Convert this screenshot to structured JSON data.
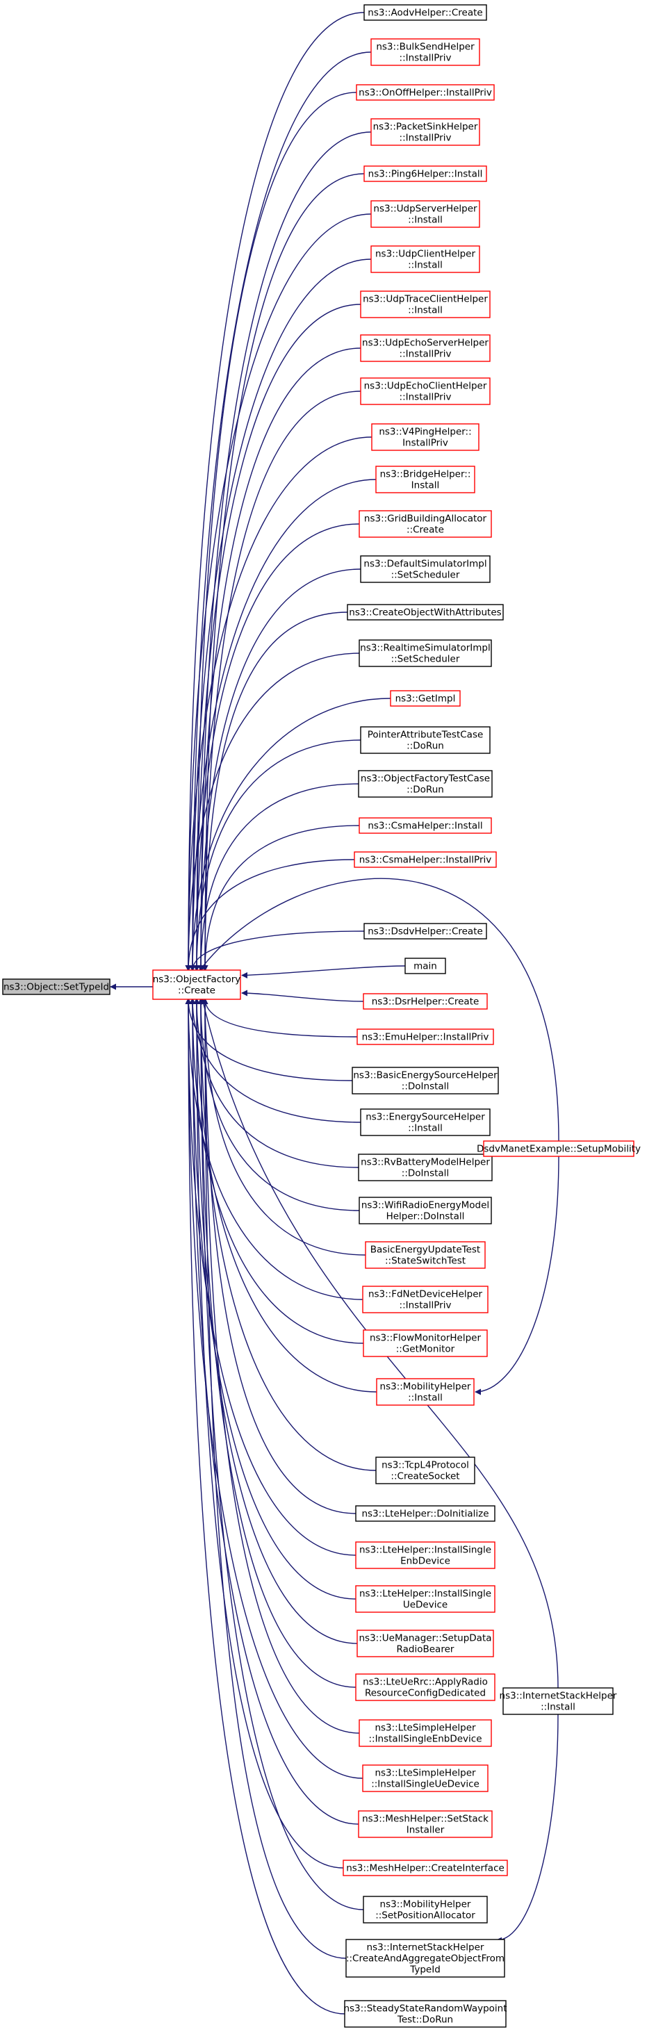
{
  "colors": {
    "edge": "#191970",
    "focus_fill": "#bfbfbf",
    "focus_border": "#000000",
    "black_border": "#000000",
    "red_border": "#ff0000",
    "node_fill": "#ffffff",
    "text": "#000000"
  },
  "diagram": {
    "focus": {
      "id": "settypeid",
      "lines": [
        "ns3::Object::SetTypeId"
      ]
    },
    "center": {
      "id": "objectfactory-create",
      "lines": [
        "ns3::ObjectFactory",
        "::Create"
      ],
      "border": "red"
    },
    "callers": [
      {
        "id": "aodvhelper-create",
        "lines": [
          "ns3::AodvHelper::Create"
        ],
        "border": "black"
      },
      {
        "id": "bulksendhelper-installpriv",
        "lines": [
          "ns3::BulkSendHelper",
          "::InstallPriv"
        ],
        "border": "red"
      },
      {
        "id": "onoffhelper-installpriv",
        "lines": [
          "ns3::OnOffHelper::InstallPriv"
        ],
        "border": "red"
      },
      {
        "id": "packetsinkhelper-installpriv",
        "lines": [
          "ns3::PacketSinkHelper",
          "::InstallPriv"
        ],
        "border": "red"
      },
      {
        "id": "ping6helper-install",
        "lines": [
          "ns3::Ping6Helper::Install"
        ],
        "border": "red"
      },
      {
        "id": "udpserverhelper-install",
        "lines": [
          "ns3::UdpServerHelper",
          "::Install"
        ],
        "border": "red"
      },
      {
        "id": "udpclienthelper-install",
        "lines": [
          "ns3::UdpClientHelper",
          "::Install"
        ],
        "border": "red"
      },
      {
        "id": "udptraceclienthelper-install",
        "lines": [
          "ns3::UdpTraceClientHelper",
          "::Install"
        ],
        "border": "red"
      },
      {
        "id": "udpechoserverhelper-installpriv",
        "lines": [
          "ns3::UdpEchoServerHelper",
          "::InstallPriv"
        ],
        "border": "red"
      },
      {
        "id": "udpechoclienthelper-installpriv",
        "lines": [
          "ns3::UdpEchoClientHelper",
          "::InstallPriv"
        ],
        "border": "red"
      },
      {
        "id": "v4pinghelper-installpriv",
        "lines": [
          "ns3::V4PingHelper::",
          "InstallPriv"
        ],
        "border": "red"
      },
      {
        "id": "bridgehelper-install",
        "lines": [
          "ns3::BridgeHelper::",
          "Install"
        ],
        "border": "red"
      },
      {
        "id": "gridbuildingallocator-create",
        "lines": [
          "ns3::GridBuildingAllocator",
          "::Create"
        ],
        "border": "red"
      },
      {
        "id": "defaultsimulatorimpl-setscheduler",
        "lines": [
          "ns3::DefaultSimulatorImpl",
          "::SetScheduler"
        ],
        "border": "black"
      },
      {
        "id": "createobjectwithattributes",
        "lines": [
          "ns3::CreateObjectWithAttributes"
        ],
        "border": "black"
      },
      {
        "id": "realtimesimulatorimpl-setscheduler",
        "lines": [
          "ns3::RealtimeSimulatorImpl",
          "::SetScheduler"
        ],
        "border": "black"
      },
      {
        "id": "getimpl",
        "lines": [
          "ns3::GetImpl"
        ],
        "border": "red"
      },
      {
        "id": "pointerattributetestcase-dorun",
        "lines": [
          "PointerAttributeTestCase",
          "::DoRun"
        ],
        "border": "black"
      },
      {
        "id": "objectfactorytestcase-dorun",
        "lines": [
          "ns3::ObjectFactoryTestCase",
          "::DoRun"
        ],
        "border": "black"
      },
      {
        "id": "csmahelper-install",
        "lines": [
          "ns3::CsmaHelper::Install"
        ],
        "border": "red"
      },
      {
        "id": "csmahelper-installpriv",
        "lines": [
          "ns3::CsmaHelper::InstallPriv"
        ],
        "border": "red"
      },
      {
        "id": "dsdvhelper-create",
        "lines": [
          "ns3::DsdvHelper::Create"
        ],
        "border": "black"
      },
      {
        "id": "main",
        "lines": [
          "main"
        ],
        "border": "black"
      },
      {
        "id": "dsrhelper-create",
        "lines": [
          "ns3::DsrHelper::Create"
        ],
        "border": "red"
      },
      {
        "id": "emuhelper-installpriv",
        "lines": [
          "ns3::EmuHelper::InstallPriv"
        ],
        "border": "red"
      },
      {
        "id": "basicenergysourcehelper-doinstall",
        "lines": [
          "ns3::BasicEnergySourceHelper",
          "::DoInstall"
        ],
        "border": "black"
      },
      {
        "id": "energysourcehelper-install",
        "lines": [
          "ns3::EnergySourceHelper",
          "::Install"
        ],
        "border": "black"
      },
      {
        "id": "rvbatterymodelhelper-doinstall",
        "lines": [
          "ns3::RvBatteryModelHelper",
          "::DoInstall"
        ],
        "border": "black"
      },
      {
        "id": "wifiradioenergymodelhelper-doinstall",
        "lines": [
          "ns3::WifiRadioEnergyModel",
          "Helper::DoInstall"
        ],
        "border": "black"
      },
      {
        "id": "basicenergyupdatetest-stateswitchtest",
        "lines": [
          "BasicEnergyUpdateTest",
          "::StateSwitchTest"
        ],
        "border": "red"
      },
      {
        "id": "fdnetdevicehelper-installpriv",
        "lines": [
          "ns3::FdNetDeviceHelper",
          "::InstallPriv"
        ],
        "border": "red"
      },
      {
        "id": "flowmonitorhelper-getmonitor",
        "lines": [
          "ns3::FlowMonitorHelper",
          "::GetMonitor"
        ],
        "border": "red"
      },
      {
        "id": "mobilityhelper-install",
        "lines": [
          "ns3::MobilityHelper",
          "::Install"
        ],
        "border": "red"
      },
      {
        "id": "tcpl4protocol-createsocket",
        "lines": [
          "ns3::TcpL4Protocol",
          "::CreateSocket"
        ],
        "border": "black"
      },
      {
        "id": "ltehelper-doinitialize",
        "lines": [
          "ns3::LteHelper::DoInitialize"
        ],
        "border": "black"
      },
      {
        "id": "ltehelper-installsingleenbdevice",
        "lines": [
          "ns3::LteHelper::InstallSingle",
          "EnbDevice"
        ],
        "border": "red"
      },
      {
        "id": "ltehelper-installsingleuedevice",
        "lines": [
          "ns3::LteHelper::InstallSingle",
          "UeDevice"
        ],
        "border": "red"
      },
      {
        "id": "uemanager-setupdataradiobearer",
        "lines": [
          "ns3::UeManager::SetupData",
          "RadioBearer"
        ],
        "border": "red"
      },
      {
        "id": "lteuerrc-applyradioresourceconfigdedicated",
        "lines": [
          "ns3::LteUeRrc::ApplyRadio",
          "ResourceConfigDedicated"
        ],
        "border": "red"
      },
      {
        "id": "ltesimplehelper-installsingleenbdevice",
        "lines": [
          "ns3::LteSimpleHelper",
          "::InstallSingleEnbDevice"
        ],
        "border": "red"
      },
      {
        "id": "ltesimplehelper-installsingleuedevice",
        "lines": [
          "ns3::LteSimpleHelper",
          "::InstallSingleUeDevice"
        ],
        "border": "red"
      },
      {
        "id": "meshhelper-setstackinstaller",
        "lines": [
          "ns3::MeshHelper::SetStack",
          "Installer"
        ],
        "border": "red"
      },
      {
        "id": "meshhelper-createinterface",
        "lines": [
          "ns3::MeshHelper::CreateInterface"
        ],
        "border": "red"
      },
      {
        "id": "mobilityhelper-setpositionallocator",
        "lines": [
          "ns3::MobilityHelper",
          "::SetPositionAllocator"
        ],
        "border": "black"
      },
      {
        "id": "internetstackhelper-createandaggregateobjectfromtypeid",
        "lines": [
          "ns3::InternetStackHelper",
          "::CreateAndAggregateObjectFrom",
          "TypeId"
        ],
        "border": "black"
      },
      {
        "id": "steadystaterandomwaypointtest-dorun",
        "lines": [
          "ns3::SteadyStateRandomWaypoint",
          "Test::DoRun"
        ],
        "border": "black"
      }
    ],
    "far_callers": [
      {
        "id": "dsdvmanetexample-setupmobility",
        "lines": [
          "DsdvManetExample::SetupMobility"
        ],
        "border": "red"
      },
      {
        "id": "internetstackhelper-install",
        "lines": [
          "ns3::InternetStackHelper",
          "::Install"
        ],
        "border": "black"
      }
    ]
  }
}
